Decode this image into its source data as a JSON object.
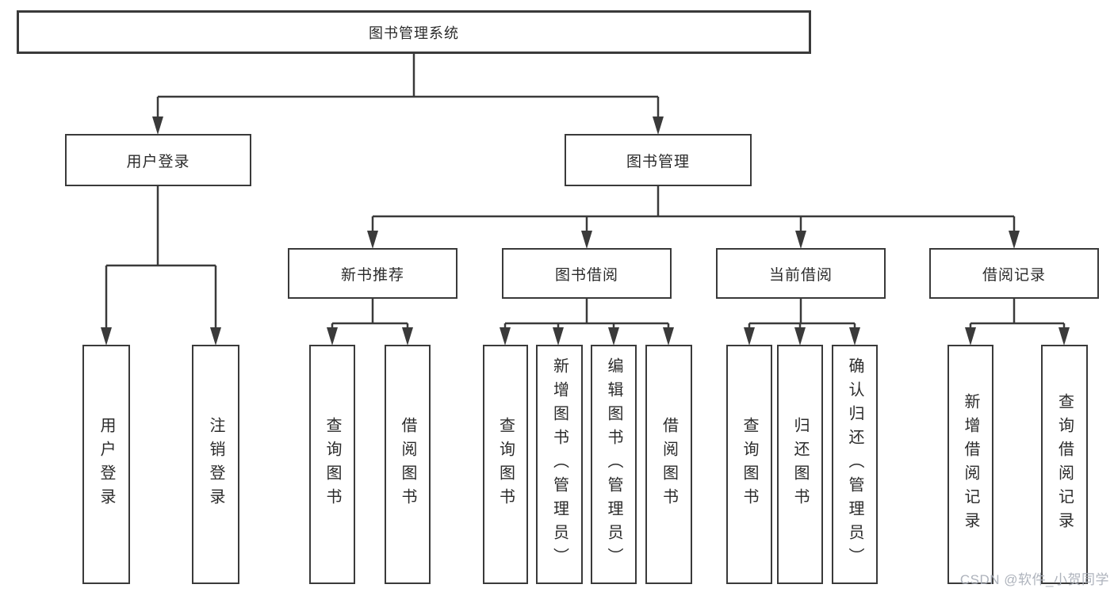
{
  "diagram": {
    "type": "hierarchy",
    "root": {
      "label": "图书管理系统",
      "children": [
        {
          "label": "用户登录",
          "children": [
            {
              "label": "用户登录"
            },
            {
              "label": "注销登录"
            }
          ]
        },
        {
          "label": "图书管理",
          "children": [
            {
              "label": "新书推荐",
              "children": [
                {
                  "label": "查询图书"
                },
                {
                  "label": "借阅图书"
                }
              ]
            },
            {
              "label": "图书借阅",
              "children": [
                {
                  "label": "查询图书"
                },
                {
                  "label": "新增图书（管理员）"
                },
                {
                  "label": "编辑图书（管理员）"
                },
                {
                  "label": "借阅图书"
                }
              ]
            },
            {
              "label": "当前借阅",
              "children": [
                {
                  "label": "查询图书"
                },
                {
                  "label": "归还图书"
                },
                {
                  "label": "确认归还（管理员）"
                }
              ]
            },
            {
              "label": "借阅记录",
              "children": [
                {
                  "label": "新增借阅记录"
                },
                {
                  "label": "查询借阅记录"
                }
              ]
            }
          ]
        }
      ]
    }
  },
  "watermark": "CSDN @软件_小贺同学",
  "colors": {
    "line": "#3a3a3a",
    "box_border": "#3a3a3a",
    "text": "#2b2b2b",
    "background": "#ffffff",
    "watermark": "#aaafb8"
  }
}
